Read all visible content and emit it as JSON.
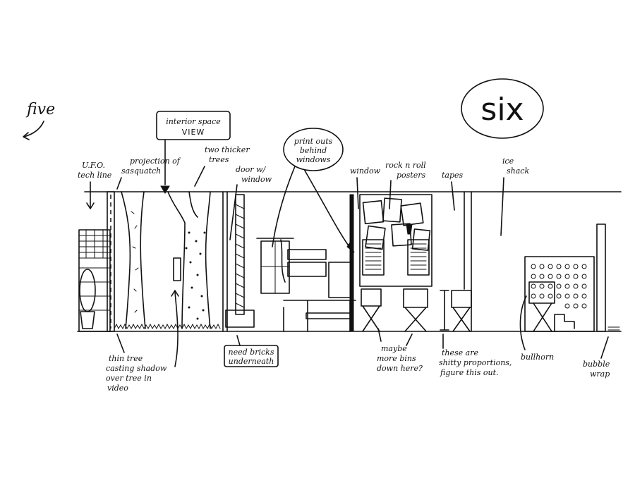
{
  "labels": {
    "five": "five",
    "six": "six",
    "interior_space": "interior space",
    "view": "VIEW",
    "ufo_1": "U.F.O.",
    "ufo_2": "tech line",
    "projection_1": "projection of",
    "projection_2": "sasquatch",
    "two_thicker_1": "two thicker",
    "two_thicker_2": "trees",
    "door_1": "door w/",
    "door_2": "window",
    "printouts_1": "print outs",
    "printouts_2": "behind",
    "printouts_3": "windows",
    "window": "window",
    "rock_1": "rock n roll",
    "rock_2": "posters",
    "tapes": "tapes",
    "ice_1": "ice",
    "ice_2": "shack",
    "need_bricks_1": "need bricks",
    "need_bricks_2": "underneath",
    "thin_tree_1": "thin tree",
    "thin_tree_2": "casting shadow",
    "thin_tree_3": "over tree in",
    "thin_tree_4": "video",
    "maybe_1": "maybe",
    "maybe_2": "more bins",
    "maybe_3": "down here?",
    "these_1": "these are",
    "these_2": "shitty proportions,",
    "these_3": "figure this out.",
    "bullhorn": "bullhorn",
    "bubble_1": "bubble",
    "bubble_2": "wrap"
  }
}
